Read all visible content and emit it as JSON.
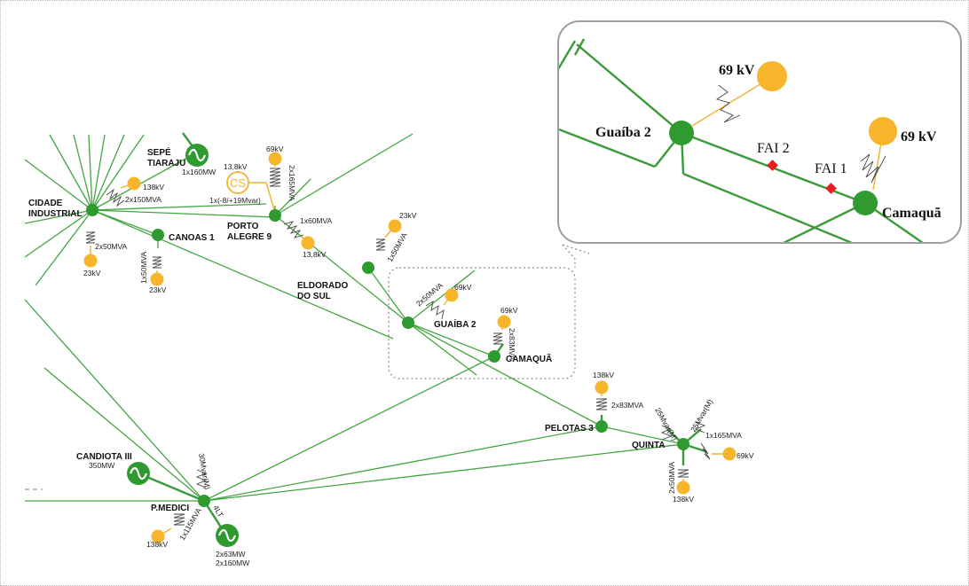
{
  "substations": {
    "cidade_industrial": [
      "CIDADE",
      "INDUSTRIAL"
    ],
    "sepe_tiaraju": [
      "SEPÉ",
      "TIARAJU"
    ],
    "porto_alegre_9": [
      "PORTO",
      "ALEGRE 9"
    ],
    "canoas_1": "CANOAS 1",
    "eldorado_do_sul": [
      "ELDORADO",
      "DO SUL"
    ],
    "guaiba_2": "GUAÍBA 2",
    "camaqua": "CAMAQUÃ",
    "pelotas_3": "PELOTAS 3",
    "quinta": "QUINTA",
    "candiota_iii": "CANDIOTA III",
    "p_medici": "P.MEDICI"
  },
  "ratings": {
    "sepe_gen": "1x160MW",
    "cidade_138": "138kV",
    "cidade_tr_150": "2x150MVA",
    "cidade_tr_50": "2x50MVA",
    "cidade_23": "23kV",
    "canoas_tr": "1x50MVA",
    "canoas_23": "23kV",
    "cs_voltage": "13,8kV",
    "cs_symbol": "CS",
    "cs_rating": "1x(-8/+19Mvar)",
    "pa9_69": "69kV",
    "pa9_tr_165": "2x165MVA",
    "pa9_tr_60": "1x60MVA",
    "pa9_138": "13,8kV",
    "eldorado_23": "23kV",
    "eldorado_tr": "1x50MVA",
    "guaiba_tr": "2x50MVA",
    "guaiba_69": "69kV",
    "camaqua_69": "69kV",
    "camaqua_tr": "2x83MVA",
    "pelotas_138": "138kV",
    "pelotas_tr": "2x83MVA",
    "quinta_tr_25a": "25Mvar(M)",
    "quinta_tr_25b": "25Mvar(M)",
    "quinta_tr_165": "1x165MVA",
    "quinta_69": "69kV",
    "quinta_tr_50": "2x50MVA",
    "quinta_138": "138kV",
    "candiota_gen": "350MW",
    "medici_comp": "30Mvar(M)",
    "medici_tr": "1x115MVA",
    "medici_138": "138kV",
    "medici_4lt": "4LT",
    "medici_gen_a": "2x63MW",
    "medici_gen_b": "2x160MW"
  },
  "inset": {
    "guaiba": "Guaíba 2",
    "camaqua": "Camaquã",
    "load_left": "69 kV",
    "load_right": "69 kV",
    "fault_1": "FAI 1",
    "fault_2": "FAI 2"
  },
  "colors": {
    "line": "#43a541",
    "bus": "#2f9a2f",
    "load": "#f7b52c",
    "fault": "#e51f1f"
  }
}
